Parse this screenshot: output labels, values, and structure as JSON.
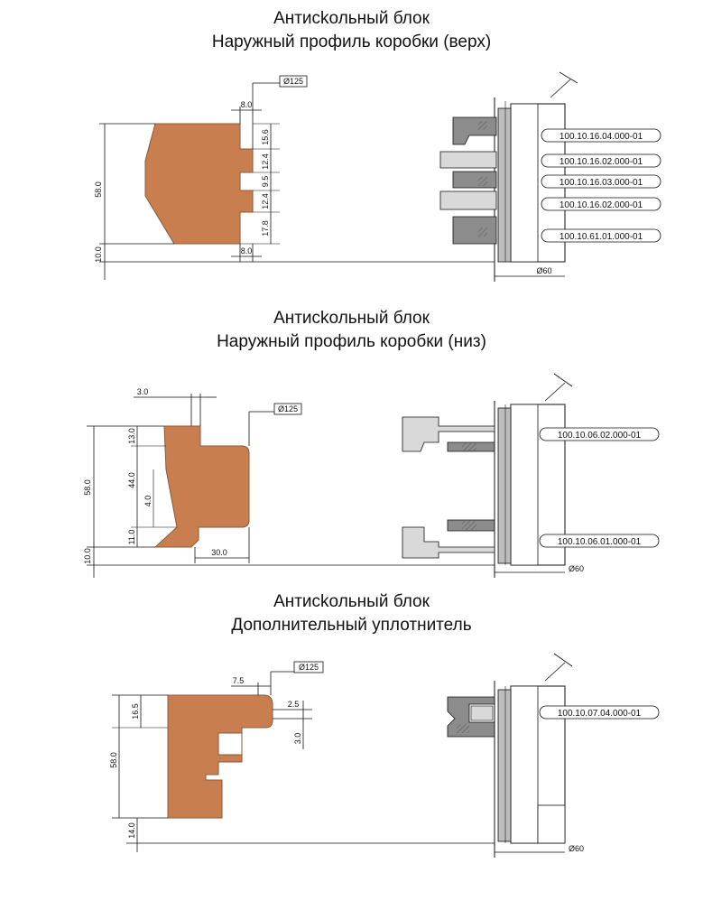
{
  "sections": [
    {
      "title_line1": "Антисkольный блок",
      "title_line2": "Наружный профиль коробки (верх)",
      "diameter_top": "Ø125",
      "diameter_bottom": "Ø60",
      "dims": {
        "total_height": "58.0",
        "offset": "10.0",
        "top_width": "8.0",
        "bottom_width": "8.0",
        "seg1": "15.6",
        "seg2": "12.4",
        "seg3": "9.5",
        "seg4": "12.4",
        "seg5": "17.8"
      },
      "codes": [
        "100.10.16.04.000-01",
        "100.10.16.02.000-01",
        "100.10.16.03.000-01",
        "100.10.16.02.000-01",
        "100.10.61.01.000-01"
      ]
    },
    {
      "title_line1": "Антисkольный блок",
      "title_line2": "Наружный профиль коробки (низ)",
      "diameter_top": "Ø125",
      "diameter_bottom": "Ø60",
      "dims": {
        "top_width": "3.0",
        "total_height": "58.0",
        "offset": "10.0",
        "seg1": "13.0",
        "seg2": "44.0",
        "seg3": "4.0",
        "seg4": "11.0",
        "bottom_width": "30.0"
      },
      "codes": [
        "100.10.06.02.000-01",
        "100.10.06.01.000-01"
      ]
    },
    {
      "title_line1": "Антисkольный блок",
      "title_line2": "Дополнительный уплотнитель",
      "diameter_top": "Ø125",
      "diameter_bottom": "Ø60",
      "dims": {
        "top_width": "7.5",
        "groove": "2.5",
        "total_height": "58.0",
        "seg1": "16.5",
        "offset": "14.0",
        "groove_depth": "3.0"
      },
      "codes": [
        "100.10.07.04.000-01"
      ]
    }
  ],
  "colors": {
    "wood": "#C97E4F",
    "wood_stroke": "#8a5a3a",
    "cutter_gray": "#8c8c8c",
    "cutter_light": "#d9d9d9",
    "line": "#111111"
  }
}
